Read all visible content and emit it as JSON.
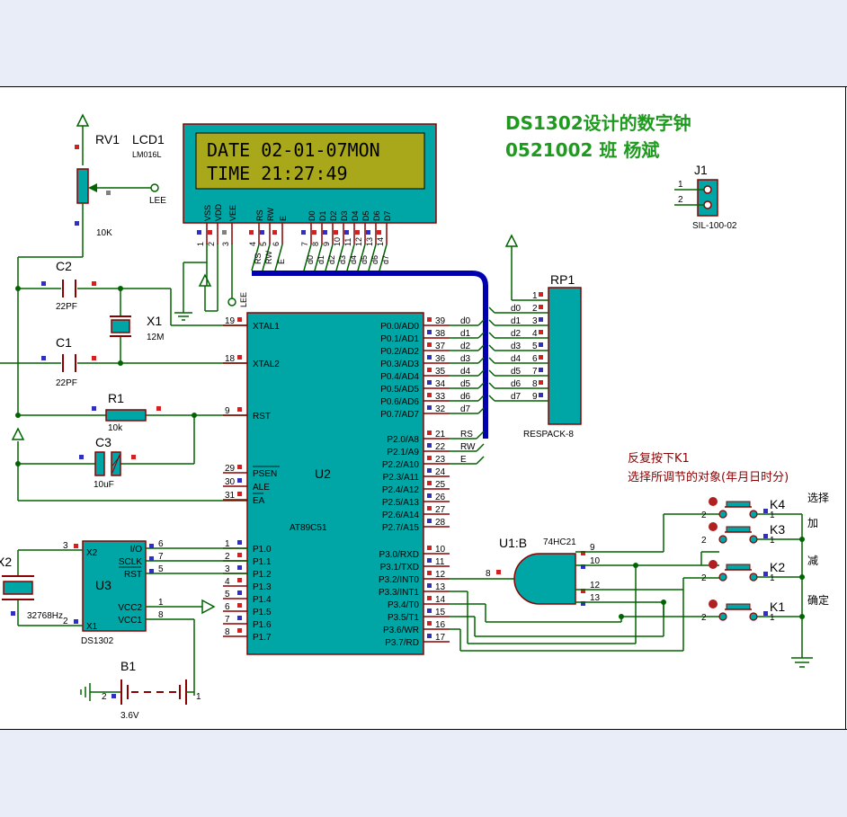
{
  "title": {
    "line1": "DS1302设计的数字钟",
    "line2": "0521002 班 杨斌"
  },
  "note": {
    "prefix": "反复按下",
    "key": "K1",
    "line2": "选择所调节的对象(年月日时分)"
  },
  "lcd": {
    "ref": "LCD1",
    "part": "LM016L",
    "line1": "DATE 02-01-07MON",
    "line2": "TIME 21:27:49",
    "pin_names": [
      "VSS",
      "VDD",
      "VEE",
      "RS",
      "RW",
      "E",
      "D0",
      "D1",
      "D2",
      "D3",
      "D4",
      "D5",
      "D6",
      "D7"
    ],
    "pin_nums": [
      "1",
      "2",
      "3",
      "4",
      "5",
      "6",
      "7",
      "8",
      "9",
      "10",
      "11",
      "12",
      "13",
      "14"
    ],
    "ctrl_nets": [
      "RS",
      "RW",
      "E"
    ],
    "data_nets": [
      "d0",
      "d1",
      "d2",
      "d3",
      "d4",
      "d5",
      "d6",
      "d7"
    ]
  },
  "rv1": {
    "ref": "RV1",
    "value": "10K",
    "net": "LEE"
  },
  "lee_label": "LEE",
  "c2": {
    "ref": "C2",
    "value": "22PF"
  },
  "c1": {
    "ref": "C1",
    "value": "22PF"
  },
  "x1": {
    "ref": "X1",
    "value": "12M"
  },
  "r1": {
    "ref": "R1",
    "value": "10k"
  },
  "c3": {
    "ref": "C3",
    "value": "10uF"
  },
  "x2": {
    "ref": "X2",
    "value": "32768Hz"
  },
  "u3": {
    "ref": "U3",
    "part": "DS1302",
    "left_pins": [
      {
        "name": "X2",
        "num": "3"
      },
      {
        "name": "X1",
        "num": "2"
      }
    ],
    "right_pins": [
      {
        "name": "I/O",
        "num": "6"
      },
      {
        "name": "SCLK",
        "num": "7"
      },
      {
        "name": "RST",
        "num": "5"
      },
      {
        "name": "VCC2",
        "num": "1"
      },
      {
        "name": "VCC1",
        "num": "8"
      }
    ]
  },
  "b1": {
    "ref": "B1",
    "value": "3.6V",
    "pin_a": "2",
    "pin_b": "1"
  },
  "u2": {
    "ref": "U2",
    "part": "AT89C51",
    "left_pins": [
      {
        "name": "XTAL1",
        "num": "19"
      },
      {
        "name": "XTAL2",
        "num": "18"
      },
      {
        "name": "RST",
        "num": "9"
      },
      {
        "name": "PSEN",
        "num": "29"
      },
      {
        "name": "ALE",
        "num": "30"
      },
      {
        "name": "EA",
        "num": "31"
      },
      {
        "name": "P1.0",
        "num": "1"
      },
      {
        "name": "P1.1",
        "num": "2"
      },
      {
        "name": "P1.2",
        "num": "3"
      },
      {
        "name": "P1.3",
        "num": "4"
      },
      {
        "name": "P1.4",
        "num": "5"
      },
      {
        "name": "P1.5",
        "num": "6"
      },
      {
        "name": "P1.6",
        "num": "7"
      },
      {
        "name": "P1.7",
        "num": "8"
      }
    ],
    "right_pins": [
      {
        "name": "P0.0/AD0",
        "num": "39"
      },
      {
        "name": "P0.1/AD1",
        "num": "38"
      },
      {
        "name": "P0.2/AD2",
        "num": "37"
      },
      {
        "name": "P0.3/AD3",
        "num": "36"
      },
      {
        "name": "P0.4/AD4",
        "num": "35"
      },
      {
        "name": "P0.5/AD5",
        "num": "34"
      },
      {
        "name": "P0.6/AD6",
        "num": "33"
      },
      {
        "name": "P0.7/AD7",
        "num": "32"
      },
      {
        "name": "P2.0/A8",
        "num": "21"
      },
      {
        "name": "P2.1/A9",
        "num": "22"
      },
      {
        "name": "P2.2/A10",
        "num": "23"
      },
      {
        "name": "P2.3/A11",
        "num": "24"
      },
      {
        "name": "P2.4/A12",
        "num": "25"
      },
      {
        "name": "P2.5/A13",
        "num": "26"
      },
      {
        "name": "P2.6/A14",
        "num": "27"
      },
      {
        "name": "P2.7/A15",
        "num": "28"
      },
      {
        "name": "P3.0/RXD",
        "num": "10"
      },
      {
        "name": "P3.1/TXD",
        "num": "11"
      },
      {
        "name": "P3.2/INT0",
        "num": "12"
      },
      {
        "name": "P3.3/INT1",
        "num": "13"
      },
      {
        "name": "P3.4/T0",
        "num": "14"
      },
      {
        "name": "P3.5/T1",
        "num": "15"
      },
      {
        "name": "P3.6/WR",
        "num": "16"
      },
      {
        "name": "P3.7/RD",
        "num": "17"
      }
    ],
    "p0_nets": [
      "d0",
      "d1",
      "d2",
      "d3",
      "d4",
      "d5",
      "d6",
      "d7"
    ],
    "p2_nets": [
      "RS",
      "RW",
      "E"
    ]
  },
  "rp1": {
    "ref": "RP1",
    "part": "RESPACK-8",
    "pins": [
      "1",
      "2",
      "3",
      "4",
      "5",
      "6",
      "7",
      "8",
      "9"
    ],
    "nets": [
      "d0",
      "d1",
      "d2",
      "d3",
      "d4",
      "d5",
      "d6",
      "d7"
    ]
  },
  "j1": {
    "ref": "J1",
    "part": "SIL-100-02",
    "pins": [
      "1",
      "2"
    ]
  },
  "u1": {
    "ref": "U1:B",
    "part": "74HC21",
    "inputs": [
      "9",
      "10",
      "12",
      "13"
    ],
    "output": "8"
  },
  "keys": [
    {
      "ref": "K4",
      "label": "选择",
      "pin_l": "2",
      "pin_r": "1"
    },
    {
      "ref": "K3",
      "label": "加",
      "pin_l": "2",
      "pin_r": "1"
    },
    {
      "ref": "K2",
      "label": "减",
      "pin_l": "2",
      "pin_r": "1"
    },
    {
      "ref": "K1",
      "label": "确定",
      "pin_l": "2",
      "pin_r": "1"
    }
  ],
  "colors": {
    "chip_fill": "#00a5a5",
    "wire": "#006400",
    "component": "#8b0000",
    "bus": "#0000b0",
    "title": "#1e9a1e",
    "note": "#8b0000",
    "lcd_screen": "#a8a81a"
  }
}
